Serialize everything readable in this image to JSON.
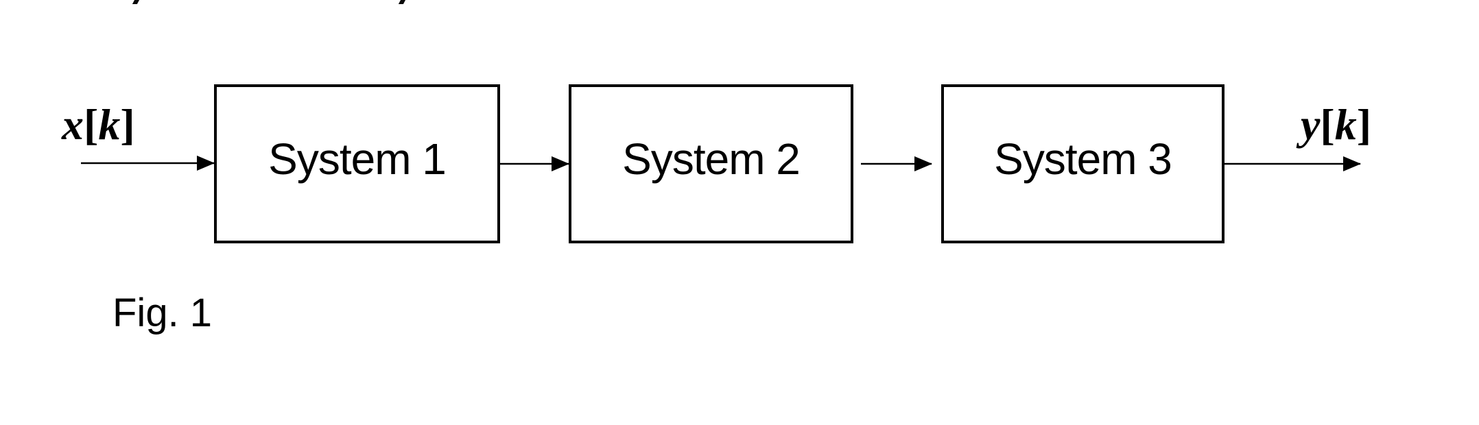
{
  "diagram": {
    "blocks": [
      {
        "label": "System 1"
      },
      {
        "label": "System 2"
      },
      {
        "label": "System 3"
      }
    ],
    "input_label": {
      "var": "x",
      "open": "[",
      "arg": "k",
      "close": "]"
    },
    "output_label": {
      "var": "y",
      "open": "[",
      "arg": "k",
      "close": "]"
    },
    "caption": "Fig. 1",
    "colors": {
      "ink": "#000000",
      "background": "#ffffff"
    }
  }
}
